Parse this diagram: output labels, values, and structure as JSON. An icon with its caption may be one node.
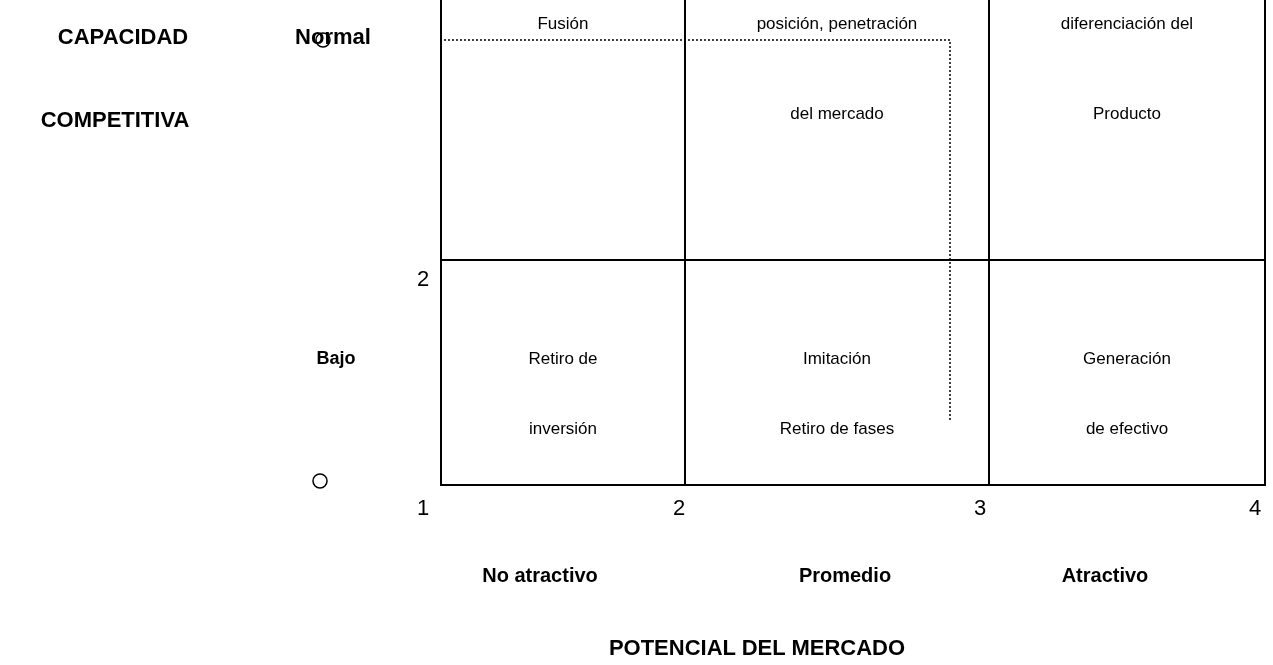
{
  "diagram": {
    "nodes": [
      {
        "text": [
          "Fusión"
        ]
      },
      {
        "text": [
          "posición, penetración del mercado"
        ]
      },
      {
        "text": [
          "diferenciación del Producto"
        ]
      },
      {
        "text": [
          "Retiro de inversión"
        ]
      },
      {
        "text": [
          "Imitación",
          "Retiro de fases"
        ]
      },
      {
        "text": [
          "Generación de efectivo"
        ]
      }
    ],
    "labels": [
      "CAPACIDAD",
      "Normal",
      "COMPETITIVA",
      "2",
      "Bajo",
      "1",
      "2",
      "3",
      "4",
      "No atractivo",
      "Promedio",
      "Atractivo",
      "POTENCIAL DEL MERCADO"
    ]
  }
}
